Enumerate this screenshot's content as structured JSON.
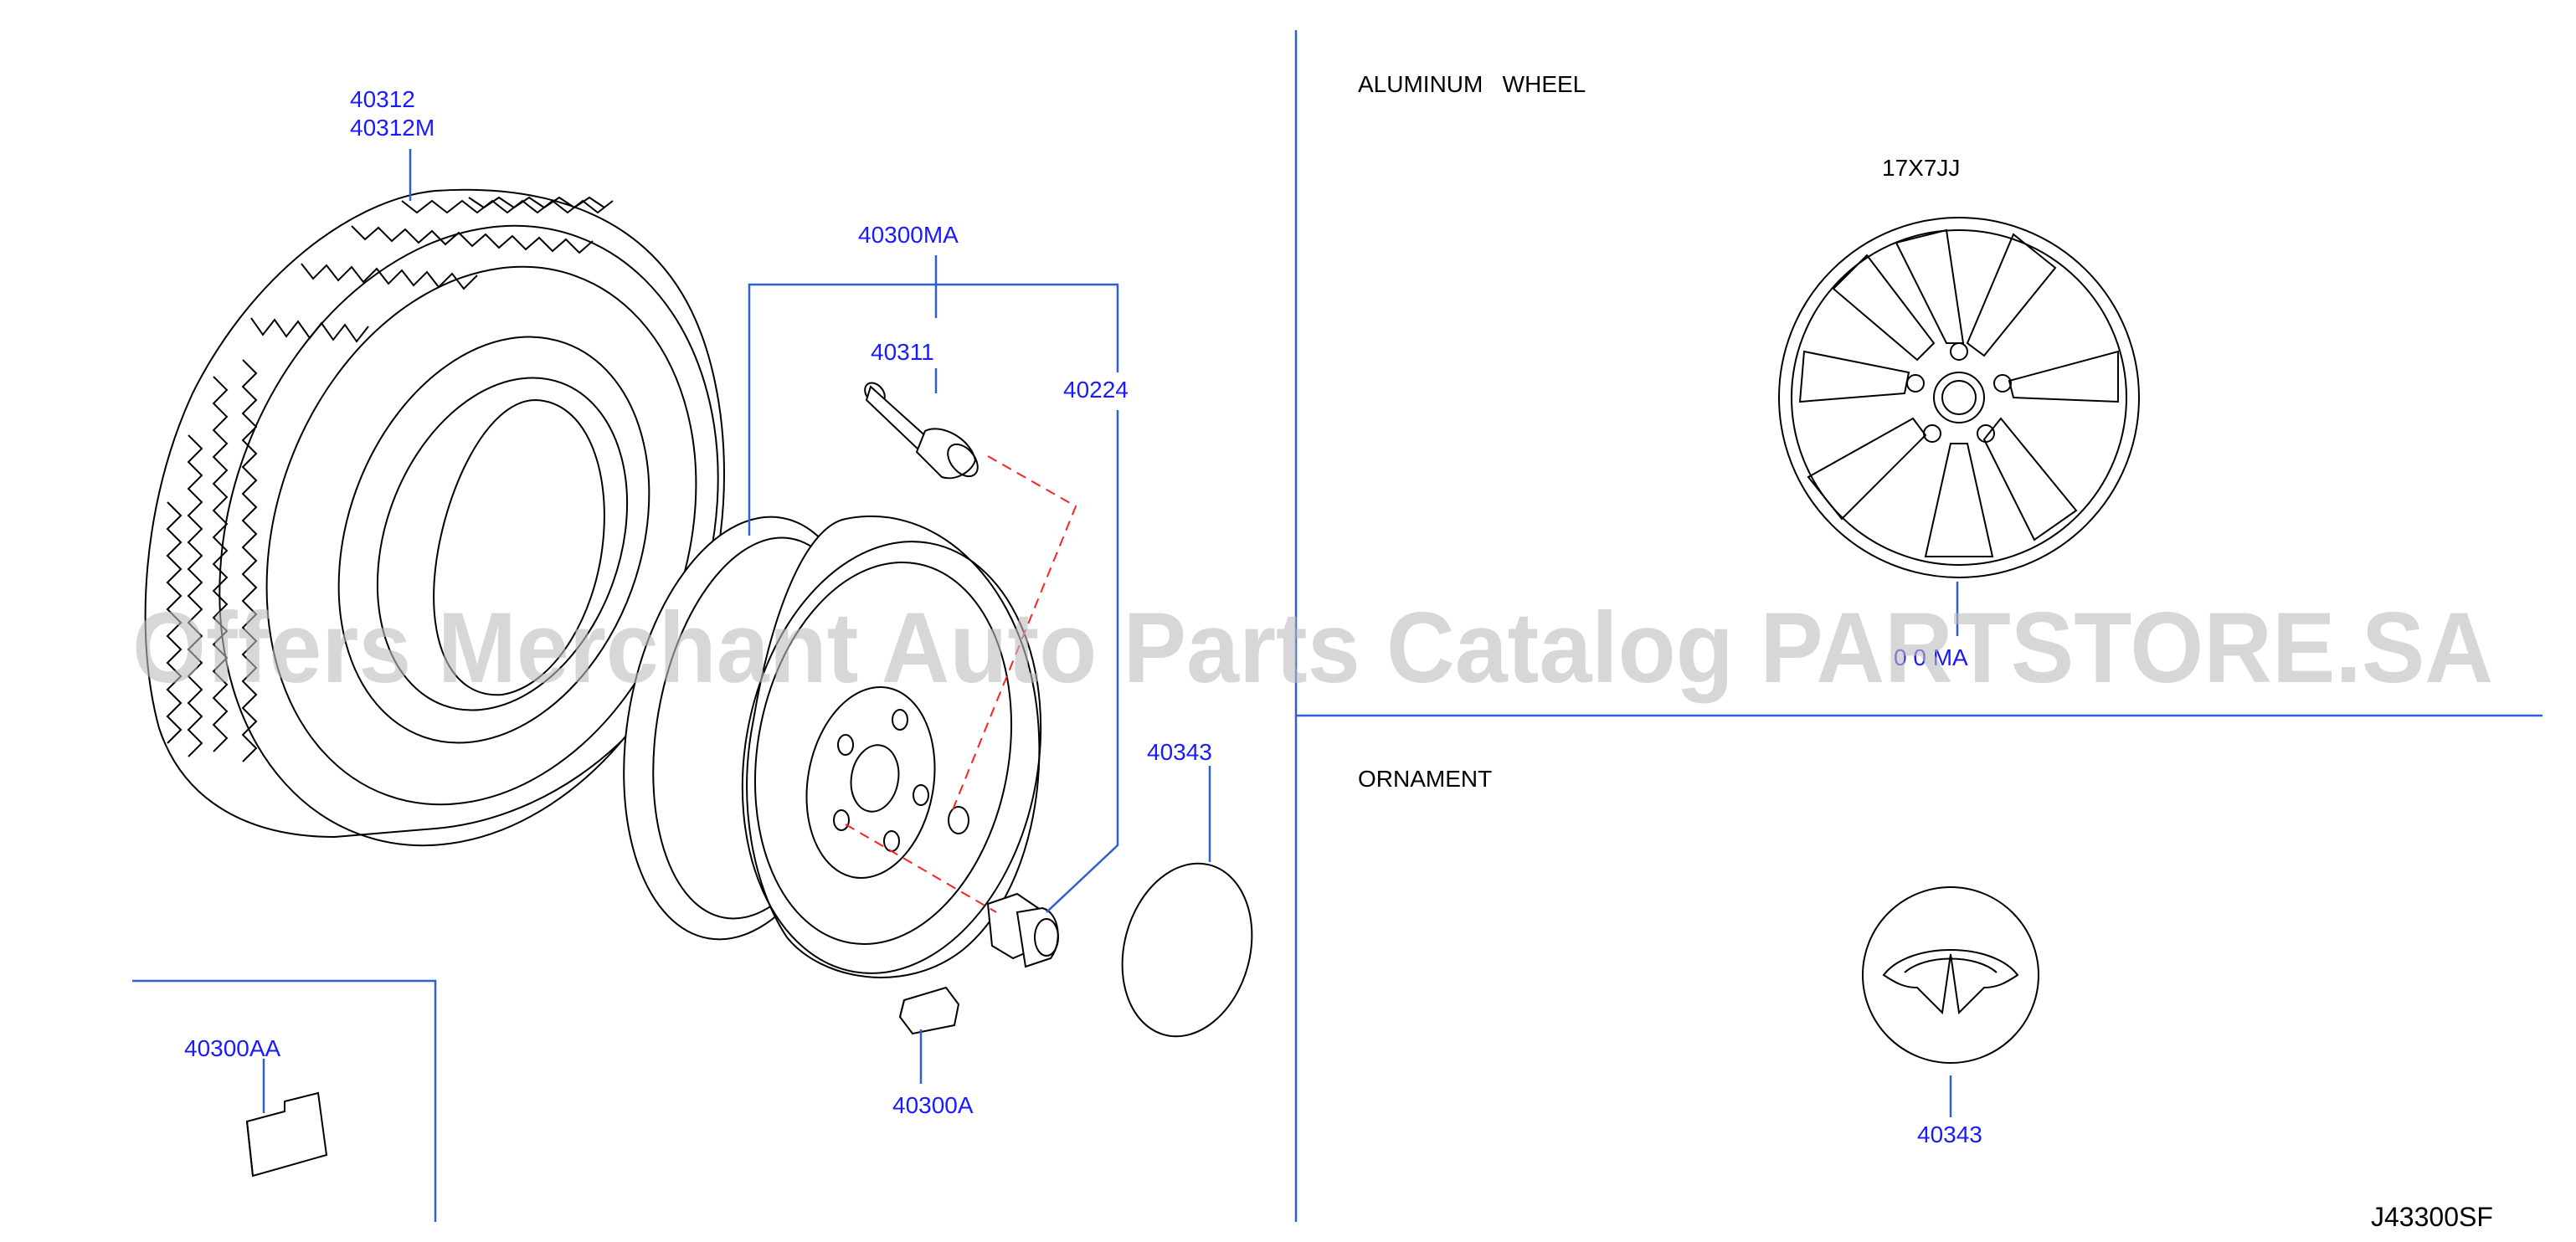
{
  "sections": {
    "aluminum_wheel_title": "ALUMINUM   WHEEL",
    "wheel_size": "17X7JJ",
    "wheel_partial_label": "0 0 MA",
    "ornament_title": "ORNAMENT"
  },
  "callouts": {
    "tire_1": "40312",
    "tire_2": "40312M",
    "wheel_assy": "40300MA",
    "valve": "40311",
    "lug_nut": "40224",
    "center_cap": "40343",
    "balance_weight_a": "40300A",
    "balance_weight_aa": "40300AA",
    "ornament": "40343"
  },
  "reference_code": "J43300SF",
  "watermark": "Offers Merchant Auto Parts Catalog PARTSTORE.SA",
  "colors": {
    "callout_text": "#1a1aff",
    "leader_line": "#2f5fd0",
    "dashed_line": "#ff2020",
    "drawing": "#000000"
  }
}
